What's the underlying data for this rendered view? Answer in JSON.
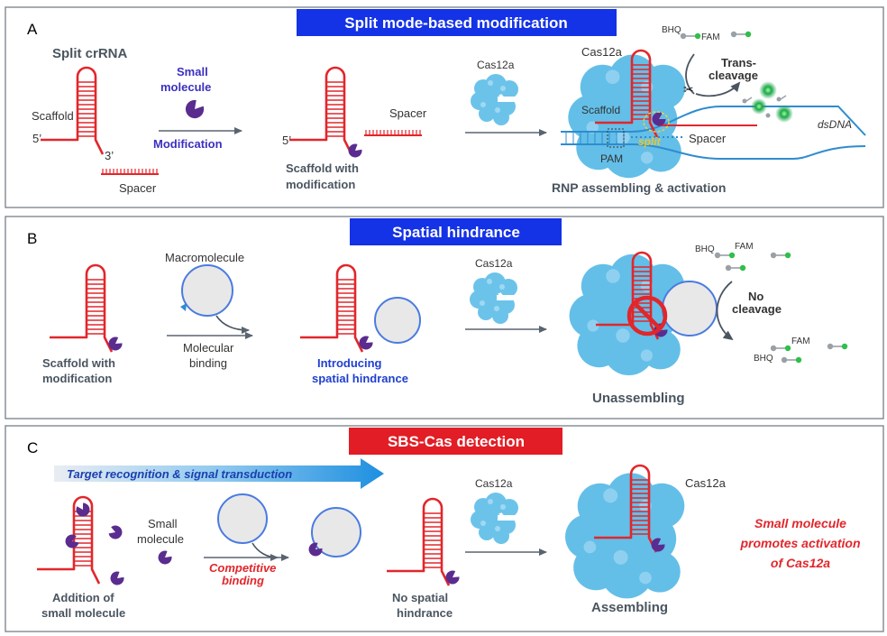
{
  "panel_a": {
    "letter": "A",
    "title": "Split mode-based modification",
    "split_crrna": "Split crRNA",
    "scaffold": "Scaffold",
    "five_prime": "5’",
    "three_prime": "3’",
    "spacer": "Spacer",
    "small": "Small",
    "molecule": "molecule",
    "modification": "Modification",
    "five_prime_2": "5’",
    "scaffold_with": "Scaffold with",
    "modification_2": "modification",
    "spacer_2": "Spacer",
    "cas12a_1": "Cas12a",
    "cas12a_2": "Cas12a",
    "scaffold_2": "Scaffold",
    "split": "split",
    "spacer_3": "Spacer",
    "pam": "PAM",
    "bhq": "BHQ",
    "fam": "FAM",
    "trans": "Trans-",
    "cleavage": "cleavage",
    "dsdna": "dsDNA",
    "rnp": "RNP assembling & activation"
  },
  "panel_b": {
    "letter": "B",
    "title": "Spatial hindrance",
    "macromolecule": "Macromolecule",
    "molecular": "Molecular",
    "binding": "binding",
    "scaffold_with": "Scaffold with",
    "modification": "modification",
    "introducing": "Introducing",
    "spatial_hindrance": "spatial hindrance",
    "cas12a": "Cas12a",
    "bhq_1": "BHQ",
    "fam_1": "FAM",
    "no": "No",
    "cleavage": "cleavage",
    "fam_2": "FAM",
    "bhq_2": "BHQ",
    "unassembling": "Unassembling"
  },
  "panel_c": {
    "letter": "C",
    "title": "SBS-Cas detection",
    "arrow_text": "Target recognition & signal transduction",
    "small": "Small",
    "molecule": "molecule",
    "competitive": "Competitive",
    "binding": "binding",
    "addition_of": "Addition of",
    "small_molecule": "small molecule",
    "cas12a_1": "Cas12a",
    "no_spatial": "No spatial",
    "hindrance": "hindrance",
    "cas12a_2": "Cas12a",
    "assembling": "Assembling",
    "promo_1": "Small molecule",
    "promo_2": "promotes activation",
    "promo_3": "of Cas12a"
  },
  "colors": {
    "rna_red": "#e2262b",
    "cas_blue": "#5fbde8",
    "title_blue": "#1432e6",
    "title_red": "#e21d25",
    "purple": "#5b2c8f",
    "dna_blue": "#2f8ccf",
    "fam_green": "#2fbf4a"
  }
}
